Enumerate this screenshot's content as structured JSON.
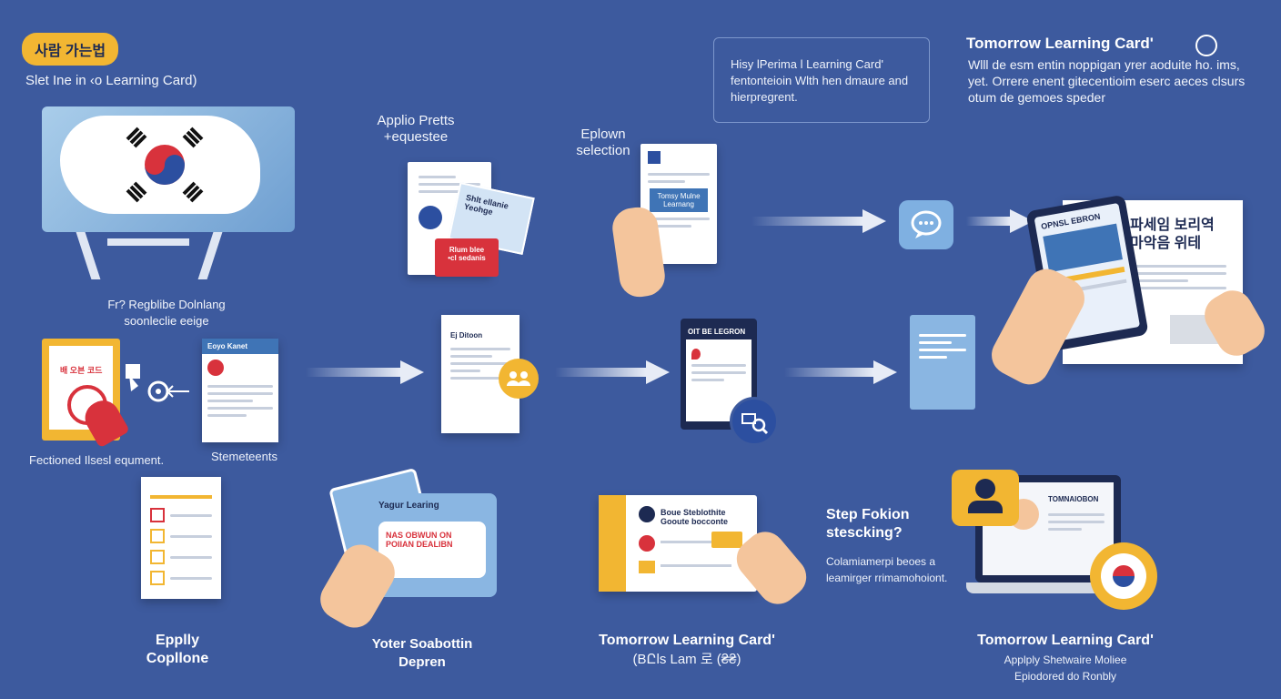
{
  "header": {
    "badge": "사람 가는법",
    "subtitle": "Slet Ine in  ‹o Learning Card)"
  },
  "info_box": {
    "text": "Hisy lPerima l Learning Card' fentonteioin Wlth hen dmaure and hierpregrent."
  },
  "top_right": {
    "title": "Tomorrow Learning Card'",
    "text": "Wlll de esm entin noppigan yrer aoduite ho. ims, yet. Orrere enent gitecentioim eserc aeces  clsurs  otum  de  gemoes  speder"
  },
  "labels": {
    "apply_process": "Applio Pretts\n+equestee",
    "eplown": "Eplown\nselection",
    "kr_learning": "Fr? Regblibe Dolnlang\nsoonleclie eeige",
    "fectioned": "Fectioned Ilsesl equment.",
    "stemeteents": "Stemeteents",
    "epplly": "Epplly\nCopllone",
    "yoter": "Yoter Soabottin\nDepren",
    "tlc_bottom": "Tomorrow Learning Card'",
    "tlc_bottom_sub": "(BԸls Lam 로 (₴₴)",
    "step_fokion": "Step Fokion\nstescking?",
    "colamia": "Colamiamerpi beoes a\nleamirger rrimamohoiont.",
    "tlc_right": "Tomorrow Learning Card'",
    "tlc_right_sub": "Applply Shetwaire Moliee\nEpiodored do Ronbly"
  },
  "card_text": {
    "tml_card": "Tomsy Mulne\nLearnang",
    "op_selection": "OPNSL EBRON",
    "korean_doc": "파세임 보리역\n마악음 위테",
    "oit_selection": "OIT BE LEGRON",
    "ej_diaton": "Ej Ditoon",
    "eyos_kanet": "Eoyo Kanet",
    "kr_sheet": "배 오븐 코드",
    "yagur_learing": "Yagur Learing",
    "selection_lines": "NAS OBWUN ON\nPOIIAN DEALIBN",
    "tomnaction": "TOMNAIOBON",
    "tl_ticket_lines": "Boue Steblothite\nGooute bocconte",
    "red_card": "Rlum blee\n•cl sedanis",
    "shlt_ellanie": "Shlt ellanie\nYeohge"
  },
  "colors": {
    "background": "#3d5a9e",
    "accent_yellow": "#f2b632",
    "navy": "#1d2a52",
    "red": "#d8323c",
    "light_blue": "#9dc3e6"
  },
  "icons": [
    "korean-flag-icon",
    "chat-bubble-icon",
    "people-icon",
    "magnifier-icon",
    "hand-icon",
    "target-icon",
    "laptop-icon"
  ]
}
